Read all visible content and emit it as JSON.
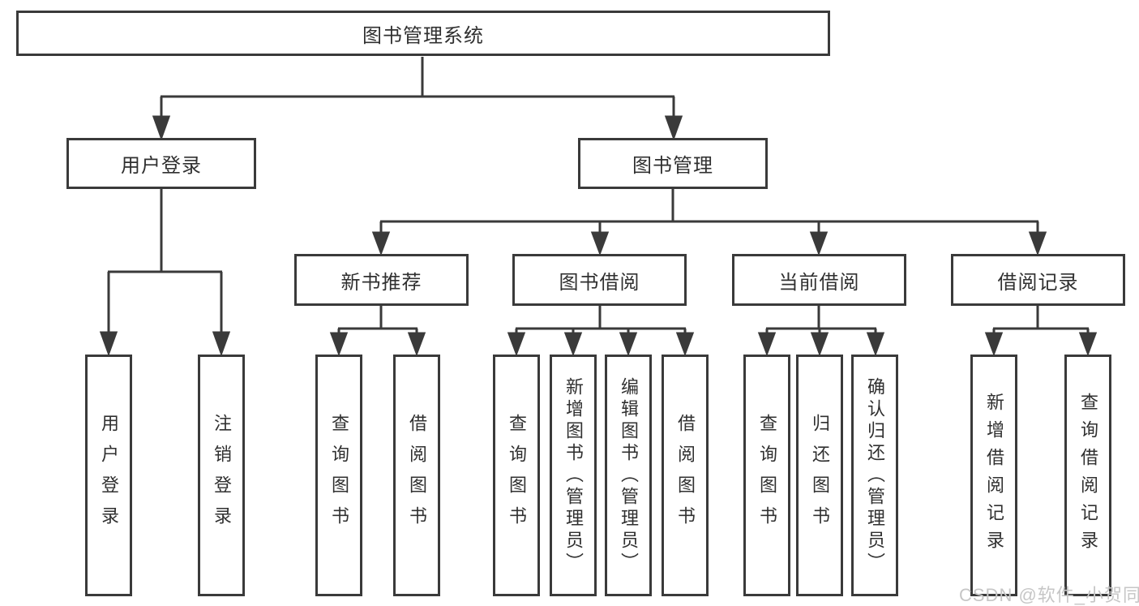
{
  "diagram": {
    "root": {
      "label": "图书管理系统"
    },
    "branches": [
      {
        "label": "用户登录",
        "children": [
          {
            "label": "用户登录"
          },
          {
            "label": "注销登录"
          }
        ]
      },
      {
        "label": "图书管理",
        "sections": [
          {
            "label": "新书推荐",
            "children": [
              {
                "label": "查询图书"
              },
              {
                "label": "借阅图书"
              }
            ]
          },
          {
            "label": "图书借阅",
            "children": [
              {
                "label": "查询图书"
              },
              {
                "label": "新增图书（管理员）"
              },
              {
                "label": "编辑图书（管理员）"
              },
              {
                "label": "借阅图书"
              }
            ]
          },
          {
            "label": "当前借阅",
            "children": [
              {
                "label": "查询图书"
              },
              {
                "label": "归还图书"
              },
              {
                "label": "确认归还（管理员）"
              }
            ]
          },
          {
            "label": "借阅记录",
            "children": [
              {
                "label": "新增借阅记录"
              },
              {
                "label": "查询借阅记录"
              }
            ]
          }
        ]
      }
    ]
  },
  "watermark": {
    "text": "CSDN @软件_小贺同学"
  },
  "colors": {
    "line": "#3a3a3a",
    "text": "#303030",
    "watermark": "#c6c6c6",
    "background": "#ffffff"
  }
}
